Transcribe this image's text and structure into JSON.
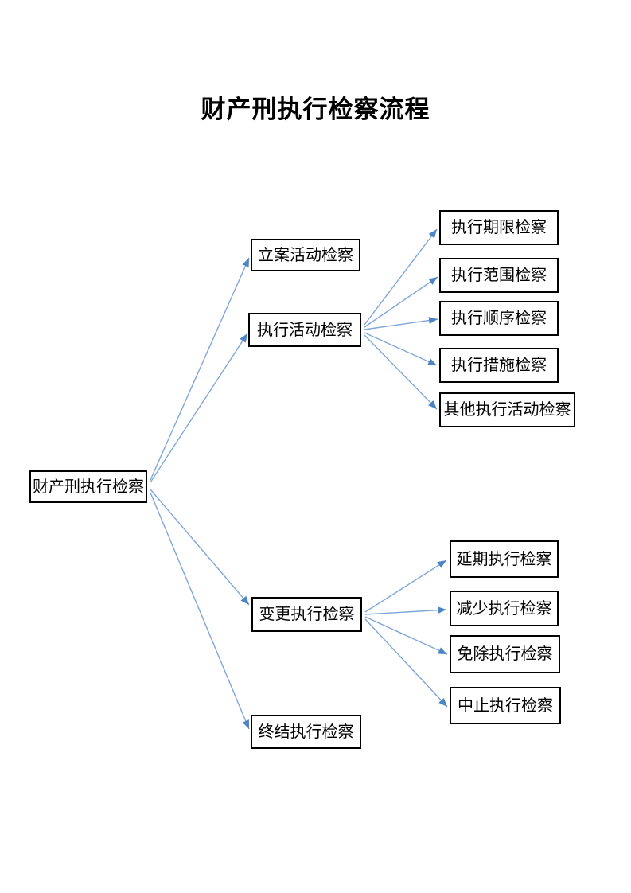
{
  "title": "财产刑执行检察流程",
  "nodes": {
    "root": "财产刑执行检察",
    "case_filing_activity": "立案活动检察",
    "execution_activity": "执行活动检察",
    "execution_modification": "变更执行检察",
    "execution_termination": "终结执行检察",
    "execution_time_limit": "执行期限检察",
    "execution_scope": "执行范围检察",
    "execution_order": "执行顺序检察",
    "execution_measures": "执行措施检察",
    "other_execution_activity": "其他执行活动检察",
    "postponed_execution": "延期执行检察",
    "reduced_execution": "减少执行检察",
    "exempted_execution": "免除执行检察",
    "suspended_execution": "中止执行检察"
  },
  "edges": [
    {
      "from": "root",
      "to": "case_filing_activity"
    },
    {
      "from": "root",
      "to": "execution_activity"
    },
    {
      "from": "root",
      "to": "execution_modification"
    },
    {
      "from": "root",
      "to": "execution_termination"
    },
    {
      "from": "execution_activity",
      "to": "execution_time_limit"
    },
    {
      "from": "execution_activity",
      "to": "execution_scope"
    },
    {
      "from": "execution_activity",
      "to": "execution_order"
    },
    {
      "from": "execution_activity",
      "to": "execution_measures"
    },
    {
      "from": "execution_activity",
      "to": "other_execution_activity"
    },
    {
      "from": "execution_modification",
      "to": "postponed_execution"
    },
    {
      "from": "execution_modification",
      "to": "reduced_execution"
    },
    {
      "from": "execution_modification",
      "to": "exempted_execution"
    },
    {
      "from": "execution_modification",
      "to": "suspended_execution"
    }
  ],
  "colors": {
    "background": "#ffffff",
    "box_border": "#000000",
    "text": "#000000",
    "arrow_line": "#7FA7D9",
    "arrow_head": "#4D85C4"
  }
}
